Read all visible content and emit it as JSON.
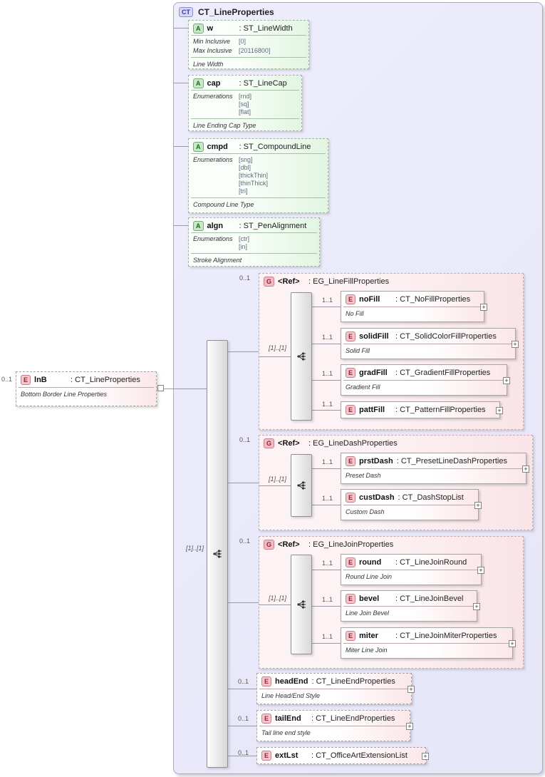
{
  "icons": {
    "expand": "+"
  },
  "complex_type": {
    "badge": "CT",
    "title": "CT_LineProperties"
  },
  "source": {
    "badge": "E",
    "cardinality": "0..1",
    "name": "lnB",
    "type": ": CT_LineProperties",
    "description": "Bottom Border Line Properties"
  },
  "attributes": [
    {
      "badge": "A",
      "name": "w",
      "type": ": ST_LineWidth",
      "facts": [
        {
          "label": "Min Inclusive",
          "values": [
            "[0]"
          ]
        },
        {
          "label": "Max Inclusive",
          "values": [
            "[20116800]"
          ]
        }
      ],
      "description": "Line Width"
    },
    {
      "badge": "A",
      "name": "cap",
      "type": ": ST_LineCap",
      "facts": [
        {
          "label": "Enumerations",
          "values": [
            "[rnd]",
            "[sq]",
            "[flat]"
          ]
        }
      ],
      "description": "Line Ending Cap Type"
    },
    {
      "badge": "A",
      "name": "cmpd",
      "type": ": ST_CompoundLine",
      "facts": [
        {
          "label": "Enumerations",
          "values": [
            "[sng]",
            "[dbl]",
            "[thickThin]",
            "[thinThick]",
            "[tri]"
          ]
        }
      ],
      "description": "Compound Line Type"
    },
    {
      "badge": "A",
      "name": "algn",
      "type": ": ST_PenAlignment",
      "facts": [
        {
          "label": "Enumerations",
          "values": [
            "[ctr]",
            "[in]"
          ]
        }
      ],
      "description": "Stroke Alignment"
    }
  ],
  "sequence": {
    "cardinality": "[1]..[1]"
  },
  "groups": [
    {
      "badge": "G",
      "name": "<Ref>",
      "type": ": EG_LineFillProperties",
      "cardinality": "0..1",
      "selector_cardinality": "[1]..[1]",
      "children": [
        {
          "badge": "E",
          "cardinality": "1..1",
          "name": "noFill",
          "type": ": CT_NoFillProperties",
          "description": "No Fill"
        },
        {
          "badge": "E",
          "cardinality": "1..1",
          "name": "solidFill",
          "type": ": CT_SolidColorFillProperties",
          "description": "Solid Fill"
        },
        {
          "badge": "E",
          "cardinality": "1..1",
          "name": "gradFill",
          "type": ": CT_GradientFillProperties",
          "description": "Gradient Fill"
        },
        {
          "badge": "E",
          "cardinality": "1..1",
          "name": "pattFill",
          "type": ": CT_PatternFillProperties"
        }
      ]
    },
    {
      "badge": "G",
      "name": "<Ref>",
      "type": ": EG_LineDashProperties",
      "cardinality": "0..1",
      "selector_cardinality": "[1]..[1]",
      "children": [
        {
          "badge": "E",
          "cardinality": "1..1",
          "name": "prstDash",
          "type": ": CT_PresetLineDashProperties",
          "description": "Preset Dash"
        },
        {
          "badge": "E",
          "cardinality": "1..1",
          "name": "custDash",
          "type": ": CT_DashStopList",
          "description": "Custom Dash"
        }
      ]
    },
    {
      "badge": "G",
      "name": "<Ref>",
      "type": ": EG_LineJoinProperties",
      "cardinality": "0..1",
      "selector_cardinality": "[1]..[1]",
      "children": [
        {
          "badge": "E",
          "cardinality": "1..1",
          "name": "round",
          "type": ": CT_LineJoinRound",
          "description": "Round Line Join"
        },
        {
          "badge": "E",
          "cardinality": "1..1",
          "name": "bevel",
          "type": ": CT_LineJoinBevel",
          "description": "Line Join Bevel"
        },
        {
          "badge": "E",
          "cardinality": "1..1",
          "name": "miter",
          "type": ": CT_LineJoinMiterProperties",
          "description": "Miter Line Join"
        }
      ]
    }
  ],
  "elements": [
    {
      "badge": "E",
      "cardinality": "0..1",
      "name": "headEnd",
      "type": ": CT_LineEndProperties",
      "description": "Line Head/End Style"
    },
    {
      "badge": "E",
      "cardinality": "0..1",
      "name": "tailEnd",
      "type": ": CT_LineEndProperties",
      "description": "Tail line end style"
    },
    {
      "badge": "E",
      "cardinality": "0..1",
      "name": "extLst",
      "type": ": CT_OfficeArtExtensionList"
    }
  ]
}
